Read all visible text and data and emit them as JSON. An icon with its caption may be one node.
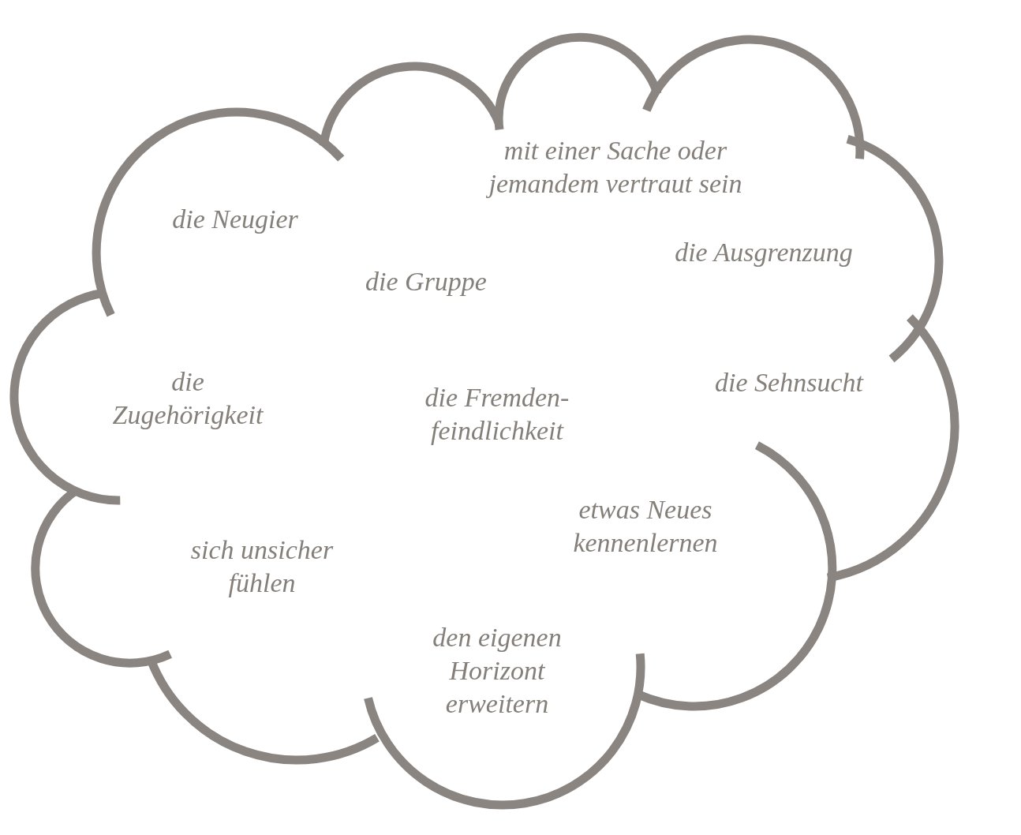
{
  "diagram": {
    "nodes": [
      {
        "text": [
          "mit einer Sache oder jemandem vertraut sein",
          "die Neugier",
          "die Ausgrenzung",
          "die Gruppe",
          "die Zugehörigkeit",
          "die Fremden- feindlichkeit",
          "die Sehnsucht",
          "etwas Neues kennenlernen",
          "sich unsicher fühlen",
          "den eigenen Horizont erweitern"
        ]
      }
    ]
  }
}
